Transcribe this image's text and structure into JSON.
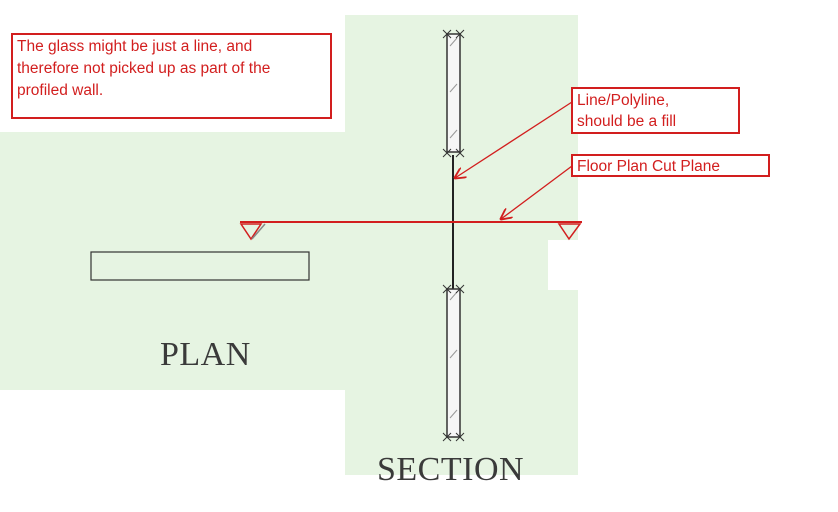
{
  "callouts": {
    "glass": "The glass might be just a line, and\ntherefore not picked up as part of the\nprofiled wall.",
    "fill": "Line/Polyline,\nshould be a fill",
    "cut_plane": "Floor Plan Cut Plane"
  },
  "labels": {
    "plan": "PLAN",
    "section": "SECTION"
  },
  "colors": {
    "background_green": "#e6f4e2",
    "annotation_red": "#d21e1e",
    "drawing_line": "#333333"
  }
}
